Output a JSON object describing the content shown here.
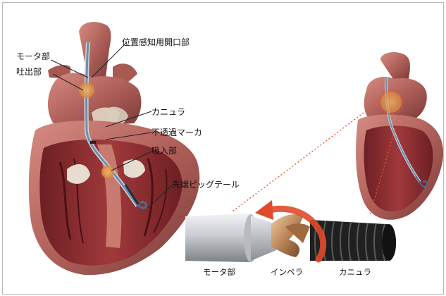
{
  "labels": {
    "motor": "モータ部",
    "outlet": "吐出部",
    "sensor_port": "位置感知用開口部",
    "cannula": "カニュラ",
    "radiopaque_marker": "不透過マーカ",
    "inlet": "吸入部",
    "pigtail": "先端ピッグテール"
  },
  "bottom_labels": {
    "motor": "モータ部",
    "impeller": "インペラ",
    "cannula": "カニュラ"
  },
  "colors": {
    "heart_outer": "#b8655c",
    "heart_inner": "#8a2f32",
    "outlet_marker": "#e2a24a",
    "arrow": "#e04a2a",
    "dotted_line": "#e0553a",
    "motor_housing": "#c8cbd0",
    "cannula_coil": "#1d1d1d"
  }
}
